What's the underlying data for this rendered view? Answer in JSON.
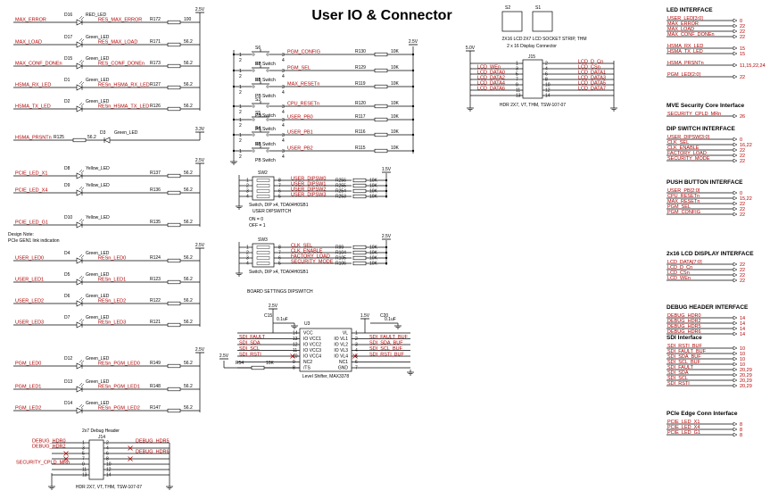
{
  "title": "User IO & Connector",
  "colors": {
    "wire": "#000000",
    "net": "#b00000",
    "bg": "#ffffff"
  },
  "left_net_labels": [
    "MAX_ERROR",
    "MAX_LOAD",
    "MAX_CONF_DONEn",
    "HSMA_RX_LED",
    "HSMA_TX_LED",
    "HSMA_PRSNTn",
    "PCIE_LED_X1",
    "PCIE_LED_X4",
    "PCIE_LED_G1",
    "USER_LED0",
    "USER_LED1",
    "USER_LED2",
    "USER_LED3",
    "PGM_LED0",
    "PGM_LED1",
    "PGM_LED2"
  ],
  "status_leds": [
    {
      "ref": "D16",
      "color": "RED_LED",
      "net": "RES_MAX_ERROR",
      "res": "R172",
      "val": "100"
    },
    {
      "ref": "D17",
      "color": "Green_LED",
      "net": "RES_MAX_LOAD",
      "res": "R171",
      "val": "56.2"
    },
    {
      "ref": "D15",
      "color": "Green_LED",
      "net": "RES_CONF_DONEn",
      "res": "R173",
      "val": "56.2"
    },
    {
      "ref": "D1",
      "color": "Green_LED",
      "net": "RESn_HSMA_RX_LED",
      "res": "R127",
      "val": "56.2"
    },
    {
      "ref": "D2",
      "color": "Green_LED",
      "net": "RESn_HSMA_TX_LED",
      "res": "R126",
      "val": "56.2"
    }
  ],
  "prsnt_led": {
    "ref": "D3",
    "color": "Green_LED",
    "res": "R125",
    "val": "56.2"
  },
  "pcie_leds": [
    {
      "ref": "D8",
      "color": "Yellow_LED",
      "res": "R137",
      "val": "56.2"
    },
    {
      "ref": "D9",
      "color": "Yellow_LED",
      "res": "R136",
      "val": "56.2"
    },
    {
      "ref": "D10",
      "color": "Yellow_LED",
      "res": "R135",
      "val": "56.2"
    }
  ],
  "design_note": [
    "Design Note:",
    "PCIe GEN1 link indication"
  ],
  "user_leds": [
    {
      "ref": "D4",
      "color": "Green_LED",
      "net": "RESn_LED0",
      "res": "R124",
      "val": "56.2"
    },
    {
      "ref": "D5",
      "color": "Green_LED",
      "net": "RESn_LED1",
      "res": "R123",
      "val": "56.2"
    },
    {
      "ref": "D6",
      "color": "Green_LED",
      "net": "RESn_LED2",
      "res": "R122",
      "val": "56.2"
    },
    {
      "ref": "D7",
      "color": "Green_LED",
      "net": "RESn_LED3",
      "res": "R121",
      "val": "56.2"
    }
  ],
  "pgm_leds": [
    {
      "ref": "D12",
      "color": "Green_LED",
      "net": "RESn_PGM_LED0",
      "res": "R149",
      "val": "56.2"
    },
    {
      "ref": "D13",
      "color": "Green_LED",
      "net": "RESn_PGM_LED1",
      "res": "R148",
      "val": "56.2"
    },
    {
      "ref": "D14",
      "color": "Green_LED",
      "net": "RESn_PGM_LED2",
      "res": "R147",
      "val": "56.2"
    }
  ],
  "rail_2v5": "2.5V",
  "rail_3v3": "3.3V",
  "rail_1v5": "1.5V",
  "rail_5v": "5.0V",
  "pb_switches": [
    {
      "ref": "S6",
      "net": "PGM_CONFIG",
      "res": "R130",
      "val": "10K"
    },
    {
      "ref": "S7",
      "net": "PGM_SEL",
      "res": "R129",
      "val": "10K"
    },
    {
      "ref": "S1",
      "net": "MAX_RESETn",
      "res": "R119",
      "val": "10K"
    },
    {
      "ref": "S3",
      "net": "CPU_RESETn",
      "res": "R120",
      "val": "10K"
    },
    {
      "ref": "S5",
      "net": "USER_PB0",
      "res": "R117",
      "val": "10K"
    },
    {
      "ref": "S4",
      "net": "USER_PB1",
      "res": "R116",
      "val": "10K"
    },
    {
      "ref": "S8",
      "net": "USER_PB2",
      "res": "R115",
      "val": "10K"
    }
  ],
  "pb_label": "PB Switch",
  "sw2": {
    "ref": "SW2",
    "rows": [
      {
        "net": "USER_DIPSW0",
        "res": "R256",
        "val": "10K"
      },
      {
        "net": "USER_DIPSW1",
        "res": "R255",
        "val": "10K"
      },
      {
        "net": "USER_DIPSW2",
        "res": "R254",
        "val": "10K"
      },
      {
        "net": "USER_DIPSW3",
        "res": "R253",
        "val": "10K"
      }
    ],
    "part": "Switch, DIP x4, TDA04H0SB1",
    "caption": "USER DIPSWITCH",
    "on_off": [
      "ON = 0",
      "OFF = 1"
    ]
  },
  "sw3": {
    "ref": "SW3",
    "rows": [
      {
        "net": "CLK_SEL",
        "res": "R99",
        "val": "10K"
      },
      {
        "net": "CLK_ENABLE",
        "res": "R104",
        "val": "10K"
      },
      {
        "net": "FACTORY_LOAD",
        "res": "R105",
        "val": "10K"
      },
      {
        "net": "SECURITY_MODE",
        "res": "R106",
        "val": "10K"
      }
    ],
    "part": "Switch, DIP x4, TDA04H0SB1",
    "caption": "BOARD SETTINGS DIPSWITCH"
  },
  "lcd": {
    "s2": "S2",
    "s1": "S1",
    "s2_label": "2X16 LCD",
    "s1_label": "2X7 LCD SOCKET STRIP, THM",
    "caption": "2 x 16 Display Connector",
    "j15": "J15",
    "left_nets": [
      "LCD_WEn",
      "LCD_DATA0",
      "LCD_DATA2",
      "LCD_DATA4",
      "LCD_DATA6"
    ],
    "right_nets": [
      "LCD_D_Cn",
      "LCD_CSn",
      "LCD_DATA1",
      "LCD_DATA3",
      "LCD_DATA5",
      "LCD_DATA7"
    ],
    "part": "HDR 2X7, VT, THM, TSW-107-07"
  },
  "u3": {
    "ref": "U3",
    "name": "Level Shifter, MAX3378",
    "c15": "C15",
    "c15v": "0.1uF",
    "c20": "C20",
    "c20v": "0.1uF",
    "r54": "R54",
    "r54v": "10K",
    "left_pins": [
      {
        "num": "14",
        "name": "VCC",
        "net": ""
      },
      {
        "num": "13",
        "name": "IO VCC1",
        "net": "SDI_FAULT"
      },
      {
        "num": "12",
        "name": "IO VCC2",
        "net": "SDI_SDA"
      },
      {
        "num": "11",
        "name": "IO VCC3",
        "net": "SDI_SCL"
      },
      {
        "num": "10",
        "name": "IO VCC4",
        "net": "SDI_RSTI"
      },
      {
        "num": "9",
        "name": "NC2",
        "net": ""
      },
      {
        "num": "8",
        "name": "/TS",
        "net": ""
      }
    ],
    "right_pins": [
      {
        "num": "1",
        "name": "VL",
        "net": ""
      },
      {
        "num": "2",
        "name": "IO VL1",
        "net": "SDI_FAULT_BUF"
      },
      {
        "num": "3",
        "name": "IO VL2",
        "net": "SDI_SDA_BUF"
      },
      {
        "num": "4",
        "name": "IO VL3",
        "net": "SDI_SCL_BUF"
      },
      {
        "num": "5",
        "name": "IO VL4",
        "net": "SDI_RSTI_BUF"
      },
      {
        "num": "6",
        "name": "NC1",
        "net": ""
      },
      {
        "num": "7",
        "name": "GND",
        "net": ""
      }
    ]
  },
  "j14": {
    "caption": "2x7 Debug Header",
    "ref": "J14",
    "left_nets": [
      "DEBUG_HDR0",
      "DEBUG_HDR2",
      "",
      "",
      "SECURITY_CPLD_MRn"
    ],
    "right_nets": [
      "DEBUG_HDR5",
      "",
      "DEBUG_HDR6",
      "",
      ""
    ],
    "part": "HDR 2X7, VT, THM, TSW-107-07"
  },
  "interfaces": [
    {
      "title": "LED INTERFACE",
      "items": [
        {
          "net": "USER_LED[3:0]",
          "pin": "0"
        },
        {
          "net": "MAX_ERROR",
          "pin": "22"
        },
        {
          "net": "MAX_LOAD",
          "pin": "22"
        },
        {
          "net": "MAX_CONF_DONEn",
          "pin": "22"
        },
        {
          "net": "HSMA_RX_LED",
          "pin": "15"
        },
        {
          "net": "HSMA_TX_LED",
          "pin": "15"
        },
        {
          "net": "HSMA_PRSNTn",
          "pin": "11,15,22,24"
        },
        {
          "net": "PGM_LED[2:0]",
          "pin": "22"
        }
      ]
    },
    {
      "title": "MVE Security Core Interface",
      "items": [
        {
          "net": "SECURITY_CPLD_MRn",
          "pin": "26"
        }
      ]
    },
    {
      "title": "DIP SWITCH INTERFACE",
      "items": [
        {
          "net": "USER_DIPSW[3:0]",
          "pin": "0"
        },
        {
          "net": "CLK_SEL",
          "pin": "16,22"
        },
        {
          "net": "CLK_ENABLE",
          "pin": "22"
        },
        {
          "net": "FACTORY_LOAD",
          "pin": "22"
        },
        {
          "net": "SECURITY_MODE",
          "pin": "22"
        }
      ]
    },
    {
      "title": "PUSH BUTTON INTERFACE",
      "items": [
        {
          "net": "USER_PB[2:0]",
          "pin": "0"
        },
        {
          "net": "CPU_RESETn",
          "pin": "15,22"
        },
        {
          "net": "MAX_RESETn",
          "pin": "22"
        },
        {
          "net": "PGM_SEL",
          "pin": "22"
        },
        {
          "net": "PGM_CONFIG",
          "pin": "22"
        }
      ]
    },
    {
      "title": "2x16 LCD DISPLAY INTERFACE",
      "items": [
        {
          "net": "LCD_DATA[7:0]",
          "pin": "22"
        },
        {
          "net": "LCD_D_Cn",
          "pin": "22"
        },
        {
          "net": "LCD_CSn",
          "pin": "22"
        },
        {
          "net": "LCD_WEn",
          "pin": "22"
        }
      ]
    },
    {
      "title": "DEBUG HEADER INTERFACE",
      "items": [
        {
          "net": "DEBUG_HDR0",
          "pin": "14"
        },
        {
          "net": "DEBUG_HDR2",
          "pin": "14"
        },
        {
          "net": "DEBUG_HDR5",
          "pin": "14"
        },
        {
          "net": "DEBUG_HDR6",
          "pin": "14"
        }
      ]
    },
    {
      "title": "SDI Interface",
      "items": [
        {
          "net": "SDI_RSTI_BUF",
          "pin": "10"
        },
        {
          "net": "SDI_FAULT_BUF",
          "pin": "10"
        },
        {
          "net": "SDI_SDA_BUF",
          "pin": "10"
        },
        {
          "net": "SDI_SCL_BUF",
          "pin": "10"
        },
        {
          "net": "SDI_FAULT",
          "pin": "20,29"
        },
        {
          "net": "SDI_SDA",
          "pin": "20,29"
        },
        {
          "net": "SDI_SCL",
          "pin": "20,29"
        },
        {
          "net": "SDI_RSTI",
          "pin": "20,29"
        }
      ]
    },
    {
      "title": "PCIe Edge Conn Interface",
      "items": [
        {
          "net": "PCIE_LED_X1",
          "pin": "8"
        },
        {
          "net": "PCIE_LED_X4",
          "pin": "8"
        },
        {
          "net": "PCIE_LED_G1",
          "pin": "8"
        }
      ]
    }
  ]
}
